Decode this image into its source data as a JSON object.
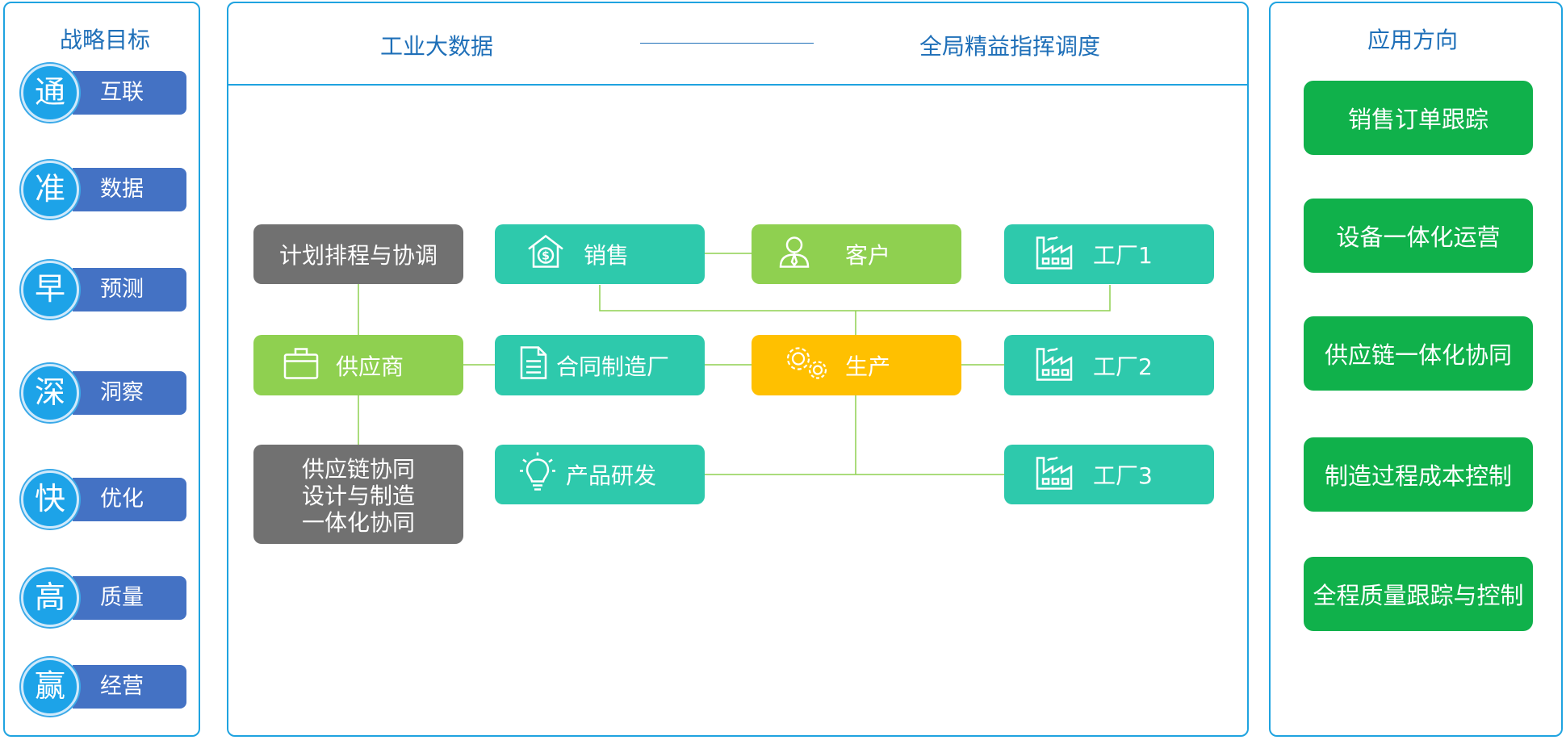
{
  "left_panel": {
    "title": "战略目标",
    "items": [
      {
        "char": "通",
        "label": "互联"
      },
      {
        "char": "准",
        "label": "数据"
      },
      {
        "char": "早",
        "label": "预测"
      },
      {
        "char": "深",
        "label": "洞察"
      },
      {
        "char": "快",
        "label": "优化"
      },
      {
        "char": "高",
        "label": "质量"
      },
      {
        "char": "赢",
        "label": "经营"
      }
    ]
  },
  "middle_panel": {
    "header_left": "工业大数据",
    "header_right": "全局精益指挥调度",
    "nodes": {
      "plan": "计划排程与协调",
      "sales": "销售",
      "customer": "客户",
      "factory1": "工厂1",
      "supplier": "供应商",
      "contract": "合同制造厂",
      "production": "生产",
      "factory2": "工厂2",
      "supply_chain_line1": "供应链协同",
      "supply_chain_line2": "设计与制造",
      "supply_chain_line3": "一体化协同",
      "rnd": "产品研发",
      "factory3": "工厂3"
    },
    "icons": {
      "sales": "money-house-icon",
      "customer": "person-icon",
      "supplier": "briefcase-icon",
      "contract": "document-icon",
      "production": "gears-icon",
      "rnd": "lightbulb-icon",
      "factory": "factory-icon"
    },
    "colors": {
      "teal": "#2ec9ac",
      "lime": "#8fd050",
      "gray": "#717171",
      "gold": "#ffc000",
      "line": "#8fd050"
    }
  },
  "right_panel": {
    "title": "应用方向",
    "items": [
      "销售订单跟踪",
      "设备一体化运营",
      "供应链一体化协同",
      "制造过程成本控制",
      "全程质量跟踪与控制"
    ]
  }
}
